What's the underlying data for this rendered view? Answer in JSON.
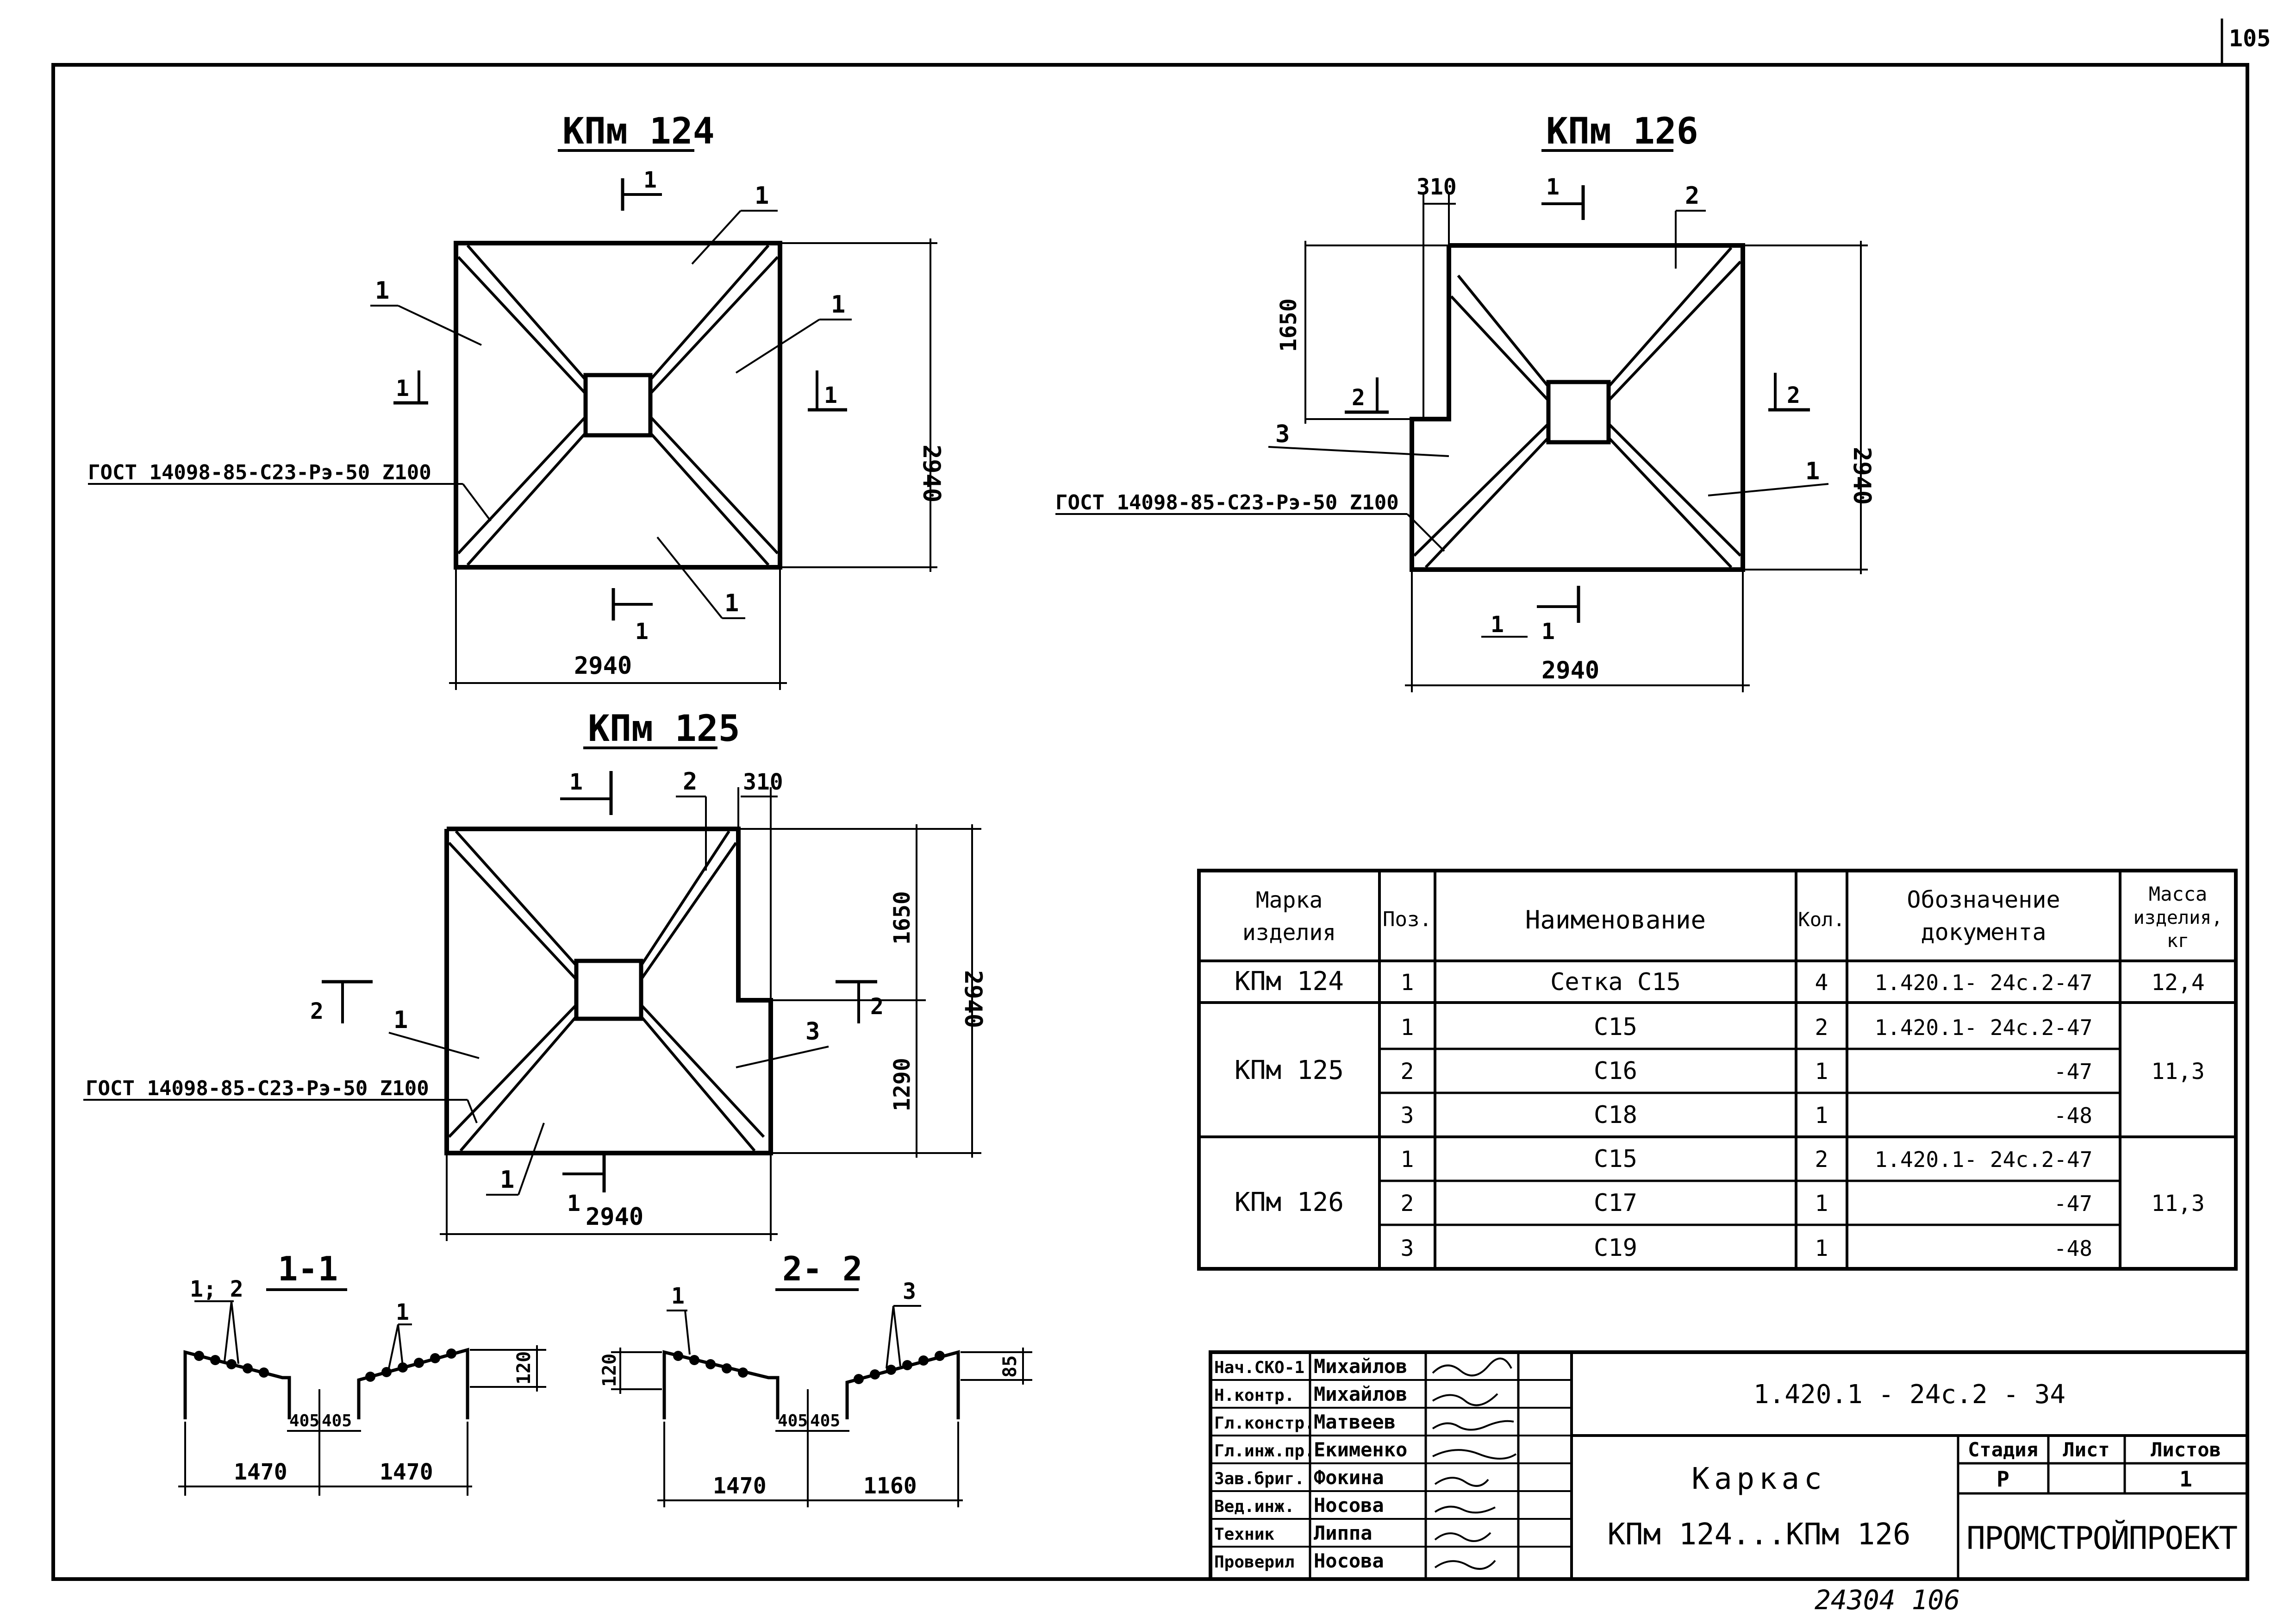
{
  "page_number": "105",
  "drawings": {
    "kpm124": {
      "title": "КПм 124",
      "dim_width": "2940",
      "dim_height": "2940",
      "gost": "ГОСТ 14098-85-С23-Рэ-50 Z100",
      "positions": [
        "1",
        "1",
        "1",
        "1"
      ],
      "section_marks": [
        "1",
        "1",
        "1",
        "1"
      ]
    },
    "kpm126": {
      "title": "КПм 126",
      "dim_notch_width": "310",
      "dim_notch_height": "1650",
      "dim_width": "2940",
      "dim_height": "2940",
      "gost": "ГОСТ 14098-85-С23-Рэ-50 Z100",
      "positions": [
        "2",
        "1",
        "3"
      ],
      "section_marks": [
        "1",
        "1",
        "1",
        "2",
        "2"
      ]
    },
    "kpm125": {
      "title": "КПм 125",
      "dim_notch_width": "310",
      "dim_upper": "1650",
      "dim_lower": "1290",
      "dim_width": "2940",
      "dim_height": "2940",
      "gost": "ГОСТ 14098-85-С23-Рэ-50 Z100",
      "positions": [
        "2",
        "1",
        "3",
        "1"
      ],
      "section_marks": [
        "1",
        "1",
        "2",
        "2"
      ]
    },
    "section11": {
      "title": "1-1",
      "pos_left": "1; 2",
      "pos_right": "1",
      "dim_left": "1470",
      "dim_right": "1470",
      "dim_gap_left": "405",
      "dim_gap_right": "405",
      "dim_height": "120"
    },
    "section22": {
      "title": "2- 2",
      "pos_left": "1",
      "pos_right": "3",
      "dim_left": "1470",
      "dim_right": "1160",
      "dim_gap_left": "405",
      "dim_gap_right": "405",
      "dim_height_left": "120",
      "dim_height_right": "85"
    }
  },
  "spec_table": {
    "headers": {
      "mark": [
        "Марка",
        "изделия"
      ],
      "pos": "Поз.",
      "name": "Наименование",
      "qty": "Кол.",
      "doc": [
        "Обозначение",
        "документа"
      ],
      "mass": [
        "Масса",
        "изделия,",
        "кг"
      ]
    },
    "groups": [
      {
        "mark": "КПм 124",
        "mass": "12,4",
        "rows": [
          {
            "pos": "1",
            "name": "Сетка С15",
            "qty": "4",
            "doc": "1.420.1- 24с.2-47"
          }
        ]
      },
      {
        "mark": "КПм 125",
        "mass": "11,3",
        "rows": [
          {
            "pos": "1",
            "name": "С15",
            "qty": "2",
            "doc": "1.420.1- 24с.2-47"
          },
          {
            "pos": "2",
            "name": "С16",
            "qty": "1",
            "doc": "-47"
          },
          {
            "pos": "3",
            "name": "С18",
            "qty": "1",
            "doc": "-48"
          }
        ]
      },
      {
        "mark": "КПм 126",
        "mass": "11,3",
        "rows": [
          {
            "pos": "1",
            "name": "С15",
            "qty": "2",
            "doc": "1.420.1- 24с.2-47"
          },
          {
            "pos": "2",
            "name": "С17",
            "qty": "1",
            "doc": "-47"
          },
          {
            "pos": "3",
            "name": "С19",
            "qty": "1",
            "doc": "-48"
          }
        ]
      }
    ]
  },
  "title_block": {
    "signatures": [
      {
        "role": "Нач.СКО-1",
        "name": "Михайлов"
      },
      {
        "role": "Н.контр.",
        "name": "Михайлов"
      },
      {
        "role": "Гл.констр.",
        "name": "Матвеев"
      },
      {
        "role": "Гл.инж.пр.",
        "name": "Екименко"
      },
      {
        "role": "Зав.бриг.",
        "name": "Фокина"
      },
      {
        "role": "Вед.инж.",
        "name": "Носова"
      },
      {
        "role": "Техник",
        "name": "Липпа"
      },
      {
        "role": "Проверил",
        "name": "Носова"
      }
    ],
    "doc_code": "1.420.1 - 24с.2 - 34",
    "title_line1": "Каркас",
    "title_line2": "КПм 124...КПм 126",
    "stage_header": "Стадия",
    "sheet_header": "Лист",
    "sheets_header": "Листов",
    "stage": "Р",
    "sheet": "",
    "sheets": "1",
    "org": "ПРОМСТРОЙПРОЕКТ"
  },
  "footer_note": "24304   106"
}
